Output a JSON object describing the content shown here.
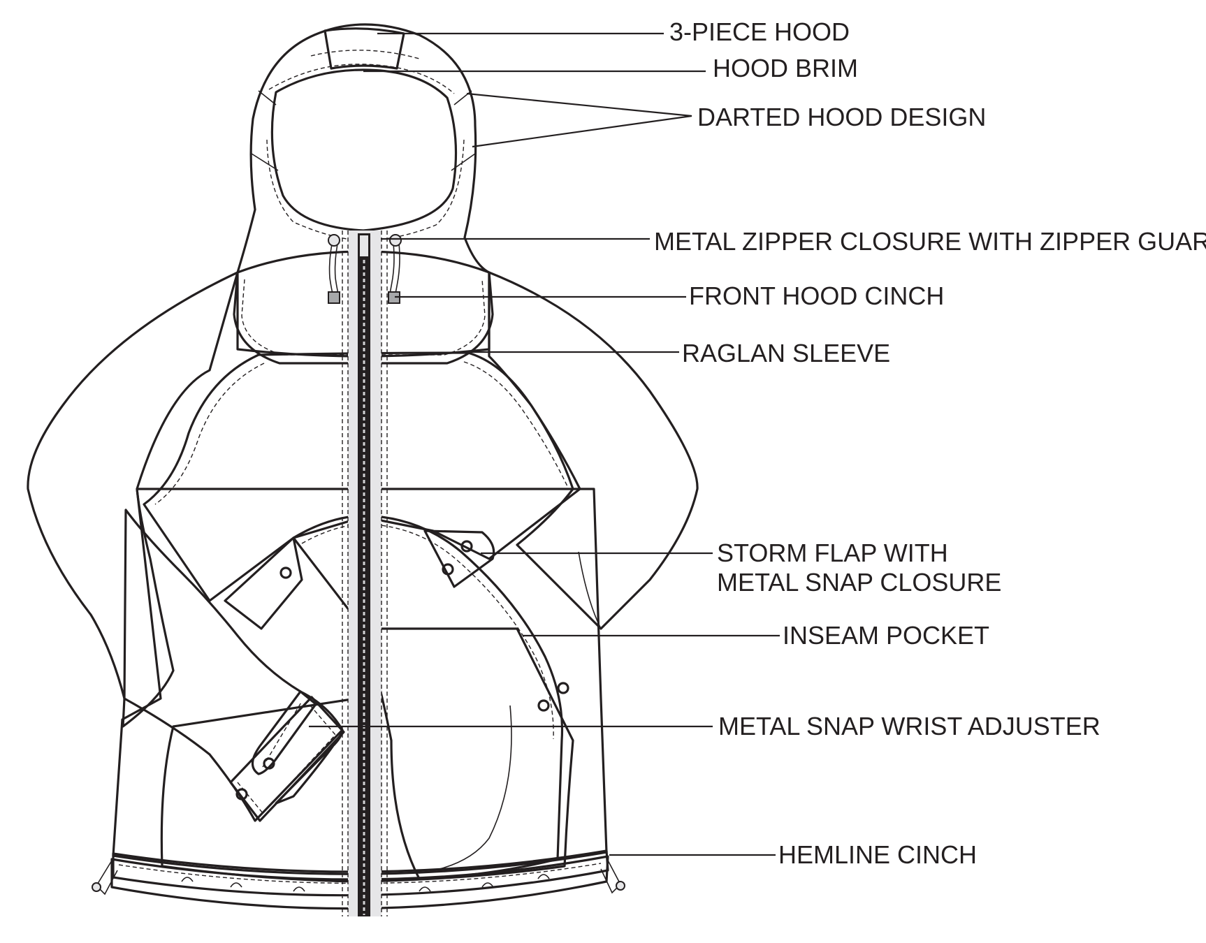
{
  "labels": {
    "three_piece_hood": "3-PIECE HOOD",
    "hood_brim": "HOOD BRIM",
    "darted_hood_design": "DARTED HOOD DESIGN",
    "metal_zipper": "METAL ZIPPER CLOSURE WITH ZIPPER GUARD",
    "front_hood_cinch": "FRONT HOOD CINCH",
    "raglan_sleeve": "RAGLAN SLEEVE",
    "storm_flap_line1": "STORM FLAP WITH",
    "storm_flap_line2": "METAL SNAP CLOSURE",
    "inseam_pocket": "INSEAM POCKET",
    "wrist_adjuster": "METAL SNAP WRIST ADJUSTER",
    "hemline_cinch": "HEMLINE CINCH"
  },
  "colors": {
    "outline": "#231f20",
    "fabric_light": "#e6e6e8",
    "fabric_mid": "#d2d2d4",
    "hood_opening": "#a7a8aa",
    "hem_band": "#bcbdbf"
  }
}
